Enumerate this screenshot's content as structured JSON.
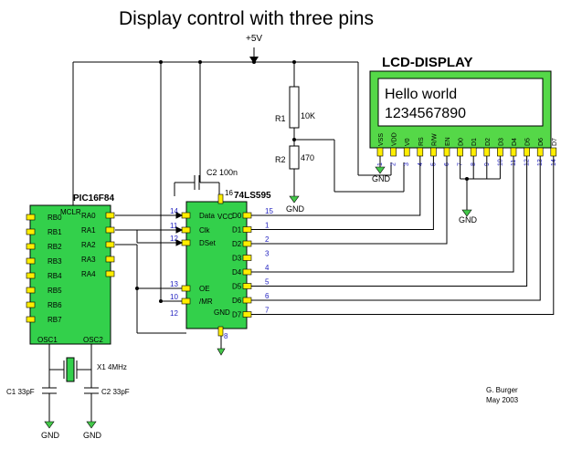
{
  "title": "Display control with three pins",
  "supply_label": "+5V",
  "gnd_label": "GND",
  "pic": {
    "name": "PIC16F84",
    "mclr": "MCLR",
    "osc1": "OSC1",
    "osc2": "OSC2",
    "left_pins": [
      "RB0",
      "RB1",
      "RB2",
      "RB3",
      "RB4",
      "RB5",
      "RB6",
      "RB7"
    ],
    "right_pins": [
      "RA0",
      "RA1",
      "RA2",
      "RA3",
      "RA4"
    ]
  },
  "sr": {
    "name": "74LS595",
    "vcc": "VCC",
    "gnd": "GND",
    "pin16": "16",
    "pin8": "8",
    "inputs": [
      {
        "num": "14",
        "label": "Data"
      },
      {
        "num": "11",
        "label": "Clk"
      },
      {
        "num": "12",
        "label": "DSet"
      },
      {
        "num": "13",
        "label": "OE"
      },
      {
        "num": "10",
        "label": "/MR"
      }
    ],
    "pin12b": "12",
    "outputs": [
      {
        "num": "15",
        "label": "D0"
      },
      {
        "num": "1",
        "label": "D1"
      },
      {
        "num": "2",
        "label": "D2"
      },
      {
        "num": "3",
        "label": "D3"
      },
      {
        "num": "4",
        "label": "D4"
      },
      {
        "num": "5",
        "label": "D5"
      },
      {
        "num": "6",
        "label": "D6"
      },
      {
        "num": "7",
        "label": "D7"
      }
    ]
  },
  "lcd": {
    "title": "LCD-DISPLAY",
    "line1": "Hello world",
    "line2": "1234567890",
    "pin_names": [
      "VSS",
      "VDD",
      "V0",
      "RS",
      "R/W",
      "EN",
      "D0",
      "D1",
      "D2",
      "D3",
      "D4",
      "D5",
      "D6",
      "D7"
    ],
    "pin_nums": [
      "1",
      "2",
      "3",
      "4",
      "5",
      "6",
      "7",
      "8",
      "9",
      "10",
      "11",
      "12",
      "13",
      "14"
    ]
  },
  "resistors": {
    "r1_label": "R1",
    "r1_value": "10K",
    "r2_label": "R2",
    "r2_value": "470"
  },
  "caps": {
    "c2_top": "C2 100n",
    "c1": "C1 33pF",
    "c2": "C2 33pF",
    "crystal": "X1 4MHz"
  },
  "author": "G. Burger",
  "date": "May 2003",
  "colors": {
    "chip_fill": "#33d04b",
    "pin_fill": "#ffee00",
    "lcd_bezel": "#55d848",
    "lcd_screen": "#ffffff",
    "gnd_fill": "#44c84a",
    "wire": "#000000",
    "number_text": "#1f1fbf"
  }
}
